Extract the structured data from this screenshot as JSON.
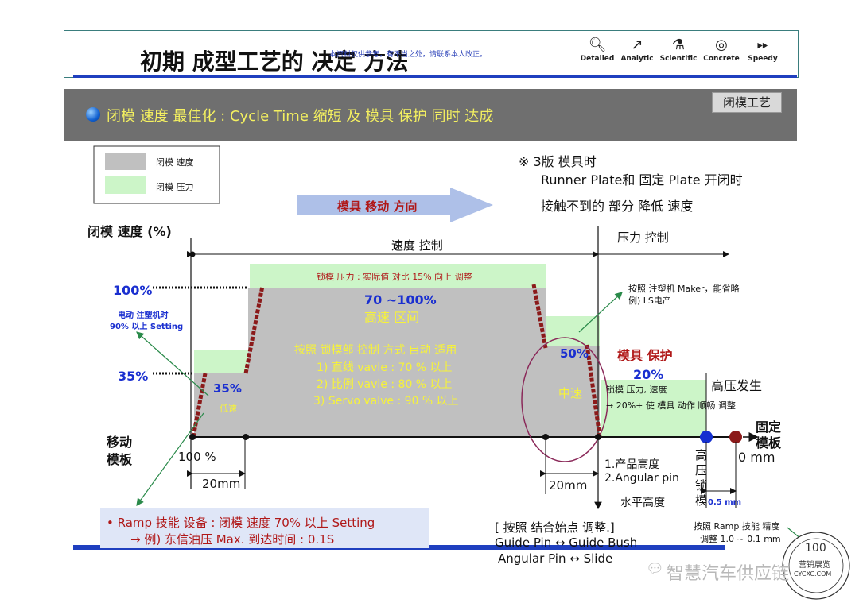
{
  "header": {
    "title": "初期 成型工艺的 决定 方法",
    "note": "本资料仅供参考，有不当之处，请联系本人改正。",
    "icons": [
      {
        "label": "Detailed",
        "icon": "magnifier-icon"
      },
      {
        "label": "Analytic",
        "icon": "chart-icon"
      },
      {
        "label": "Scientific",
        "icon": "microscope-icon"
      },
      {
        "label": "Concrete",
        "icon": "target-icon"
      },
      {
        "label": "Speedy",
        "icon": "fast-forward-icon"
      }
    ]
  },
  "banner": {
    "text": "闭模 速度 最佳化 : Cycle Time 缩短 及 模具 保护 同时 达成",
    "tag": "闭模工艺"
  },
  "legend": {
    "speed": "闭模 速度",
    "pressure": "闭模 压力"
  },
  "notes": {
    "three_plate_1": "※ 3版 模具时",
    "three_plate_2": "Runner Plate和 固定 Plate 开闭时",
    "three_plate_3": "接触不到的 部分 降低 速度",
    "direction": "模具 移动 方向",
    "y_axis": "闭模 速度 (%)",
    "speed_control": "速度 控制",
    "pressure_control": "压力 控制",
    "lock_pressure": "锁模 压力 : 实际值 对比 15% 向上 调整",
    "y100": "100%",
    "y35": "35%",
    "electric_1": "电动 注塑机时",
    "electric_2": "90% 以上 Setting",
    "high_range_1": "70 ~100%",
    "high_range_2": "高速 区间",
    "auto_1": "按照 锁模部 控制 方式 自动 适用",
    "auto_2": "1) 直线 vavle : 70 % 以上",
    "auto_3": "2) 比例 vavle : 80 % 以上",
    "auto_4": "3) Servo valve : 90 % 以上",
    "low_pct": "35%",
    "low_label": "低速",
    "mid_pct": "50%",
    "mid_label": "中速",
    "maker_1": "按照 注塑机 Maker，能省略",
    "maker_2": "例) LS电产",
    "protect": "模具 保护",
    "p20": "20%",
    "p20_desc_1": "锁模 压力, 速度",
    "p20_desc_2": "→ 20%+ 使 模具 动作 顺畅 调整",
    "high_pressure": "高压发生",
    "moving_1": "移动",
    "moving_2": "模板",
    "fixed_1": "固定",
    "fixed_2": "模板",
    "start": "100 %",
    "end": "0 mm",
    "mm20_left": "20mm",
    "mm20_right": "20mm",
    "product_1": "1.产品高度",
    "product_2": "2.Angular pin",
    "product_3": "水平高度",
    "hp_lock": "高压锁模",
    "half_mm": "0.5 mm",
    "ramp_adj_1": "按照 Ramp 技能 精度",
    "ramp_adj_2": "调整 1.0 ~ 0.1 mm",
    "ramp_1": "• Ramp 技能 设备 : 闭模 速度 70% 以上 Setting",
    "ramp_2": "→ 例) 东信油压 Max. 到达时间 : 0.1S",
    "adjust_1": "[ 按照 结合始点 调整.]",
    "adjust_2": "Guide Pin ↔ Guide Bush",
    "adjust_3": "Angular Pin ↔ Slide",
    "watermark": "智慧汽车供应链",
    "stamp_1": "100",
    "stamp_2": "营销展览",
    "stamp_3": "CYCXC.COM"
  },
  "colors": {
    "speed_fill": "#c0c0c0",
    "pressure_fill": "#ccf5c8",
    "accent_blue": "#1f3fbf",
    "dark_red": "#8b1a1a"
  }
}
